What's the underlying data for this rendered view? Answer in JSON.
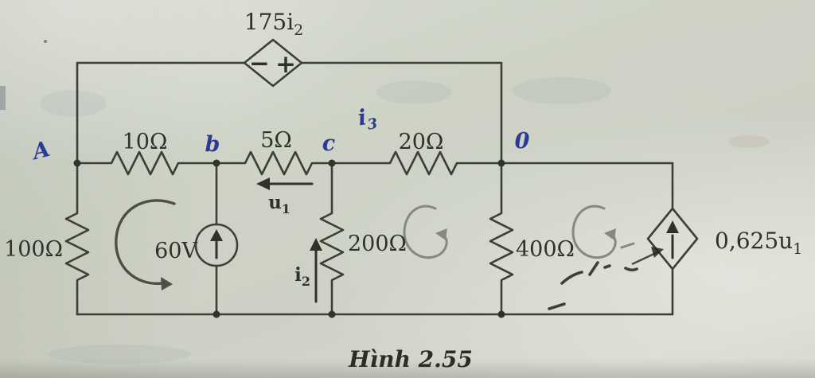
{
  "caption": "Hình 2.55",
  "colors": {
    "paper": "#ced3c6",
    "ink_lines": "#3c3f36",
    "printed_text": "#2f3229",
    "blue_pen": "#2c3a92",
    "pencil_gray": "#868a7d"
  },
  "top_source": {
    "coeff": "175i",
    "sub": "2",
    "minus": "−",
    "plus": "+"
  },
  "right_source": {
    "coeff": "0,625u",
    "sub": "1"
  },
  "voltage_source": {
    "label": "60V"
  },
  "resistors": {
    "r_left": "100Ω",
    "r_top_1": "10Ω",
    "r_top_2": "5Ω",
    "r_top_3": "20Ω",
    "r_middle": "200Ω",
    "r_right": "400Ω"
  },
  "nodes": {
    "a": "A",
    "b": "b",
    "c": "c",
    "o": "0"
  },
  "annotations": {
    "u1_base": "u",
    "u1_sub": "1",
    "i2_base": "i",
    "i2_sub": "2",
    "i3_base": "i",
    "i3_sub": "3"
  }
}
